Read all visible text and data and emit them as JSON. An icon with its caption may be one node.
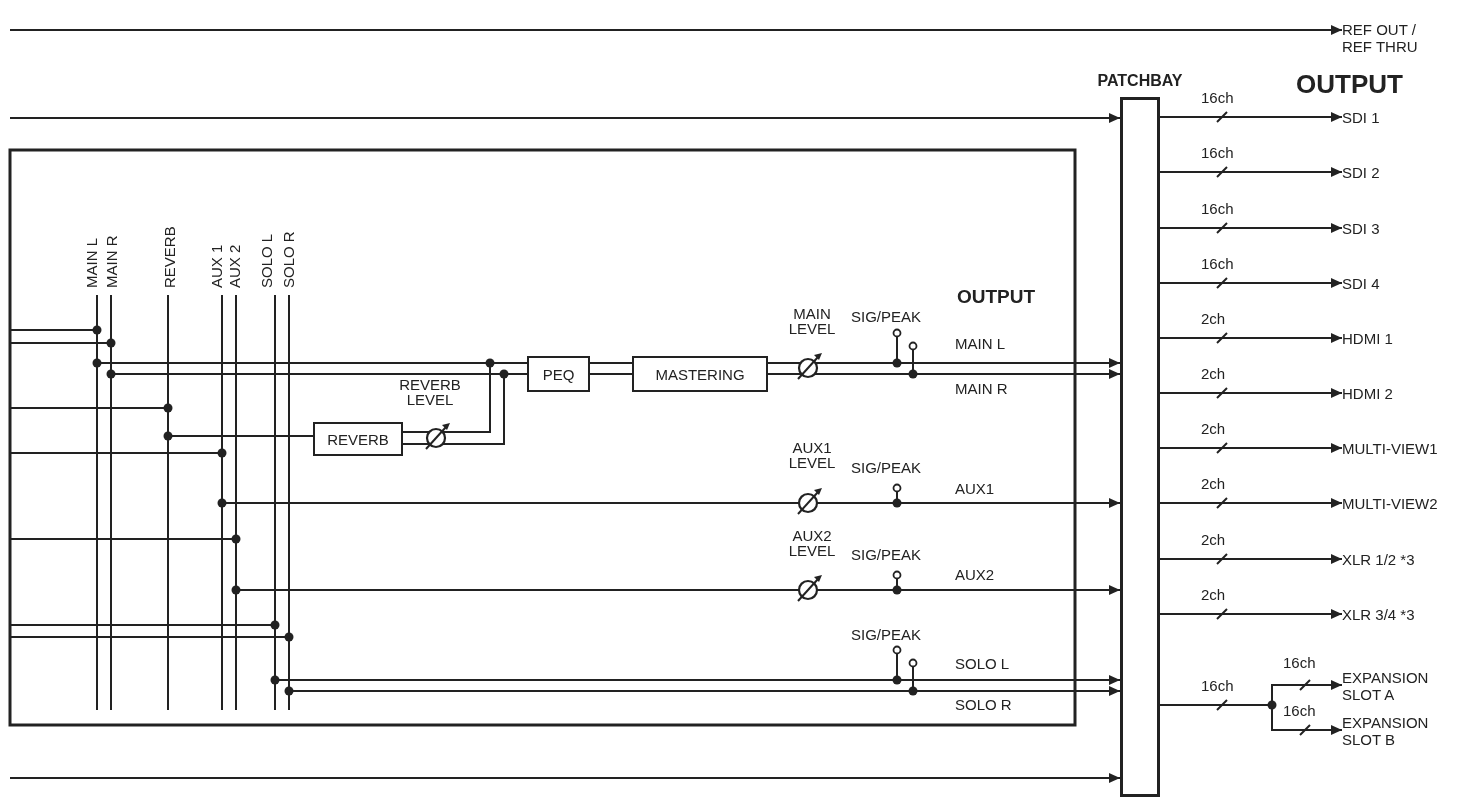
{
  "diagram": {
    "nodes": [
      {
        "text": [
          "PATCHBAY"
        ]
      },
      {
        "text": [
          "REVERB"
        ]
      },
      {
        "text": [
          "PEQ"
        ]
      },
      {
        "text": [
          "MASTERING"
        ]
      },
      {
        "text": [
          "REF OUT / REF THRU"
        ]
      },
      {
        "text": [
          "SDI 1"
        ]
      },
      {
        "text": [
          "SDI 2"
        ]
      },
      {
        "text": [
          "SDI 3"
        ]
      },
      {
        "text": [
          "SDI 4"
        ]
      },
      {
        "text": [
          "HDMI 1"
        ]
      },
      {
        "text": [
          "HDMI 2"
        ]
      },
      {
        "text": [
          "MULTI-VIEW1"
        ]
      },
      {
        "text": [
          "MULTI-VIEW2"
        ]
      },
      {
        "text": [
          "XLR 1/2 *3"
        ]
      },
      {
        "text": [
          "XLR 3/4 *3"
        ]
      },
      {
        "text": [
          "EXPANSION SLOT A"
        ]
      },
      {
        "text": [
          "EXPANSION SLOT B"
        ]
      }
    ],
    "edges": [
      {
        "from": null,
        "to": 4,
        "arrow": "to"
      },
      {
        "from": null,
        "to": 0,
        "arrow": "to"
      },
      {
        "from": null,
        "to": 2,
        "arrow": "other"
      },
      {
        "from": null,
        "to": 2,
        "arrow": "other"
      },
      {
        "from": null,
        "to": 1,
        "arrow": "other"
      },
      {
        "from": 1,
        "to": 2,
        "arrow": "none"
      },
      {
        "from": 1,
        "to": 2,
        "arrow": "none"
      },
      {
        "from": 2,
        "to": 3,
        "arrow": "none"
      },
      {
        "from": 2,
        "to": 3,
        "arrow": "none"
      },
      {
        "from": 3,
        "to": 0,
        "label": "MAIN L",
        "arrow": "to"
      },
      {
        "from": 3,
        "to": 0,
        "label": "MAIN R",
        "arrow": "to"
      },
      {
        "from": null,
        "to": 0,
        "label": "AUX1",
        "arrow": "to"
      },
      {
        "from": null,
        "to": 0,
        "label": "AUX2",
        "arrow": "to"
      },
      {
        "from": null,
        "to": 0,
        "label": "SOLO L",
        "arrow": "to"
      },
      {
        "from": null,
        "to": 0,
        "label": "SOLO R",
        "arrow": "to"
      },
      {
        "from": null,
        "to": 0,
        "arrow": "to"
      },
      {
        "from": 0,
        "to": 5,
        "label": "16ch",
        "arrow": "to"
      },
      {
        "from": 0,
        "to": 6,
        "label": "16ch",
        "arrow": "to"
      },
      {
        "from": 0,
        "to": 7,
        "label": "16ch",
        "arrow": "to"
      },
      {
        "from": 0,
        "to": 8,
        "label": "16ch",
        "arrow": "to"
      },
      {
        "from": 0,
        "to": 9,
        "label": "2ch",
        "arrow": "to"
      },
      {
        "from": 0,
        "to": 10,
        "label": "2ch",
        "arrow": "to"
      },
      {
        "from": 0,
        "to": 11,
        "label": "2ch",
        "arrow": "to"
      },
      {
        "from": 0,
        "to": 12,
        "label": "2ch",
        "arrow": "to"
      },
      {
        "from": 0,
        "to": 13,
        "label": "2ch",
        "arrow": "to"
      },
      {
        "from": 0,
        "to": 14,
        "label": "2ch",
        "arrow": "to"
      },
      {
        "from": 0,
        "to": 15,
        "label": "16ch",
        "arrow": "to"
      },
      {
        "from": 0,
        "to": 16,
        "label": "16ch",
        "arrow": "to"
      }
    ],
    "labels": [
      "OUTPUT",
      "MAIN L",
      "MAIN R",
      "REVERB",
      "AUX 1",
      "AUX 2",
      "SOLO L",
      "SOLO R",
      "OUTPUT",
      "MAIN LEVEL",
      "SIG/PEAK",
      "REVERB LEVEL",
      "AUX1 LEVEL",
      "SIG/PEAK",
      "AUX2 LEVEL",
      "SIG/PEAK",
      "SIG/PEAK",
      "16ch"
    ]
  }
}
